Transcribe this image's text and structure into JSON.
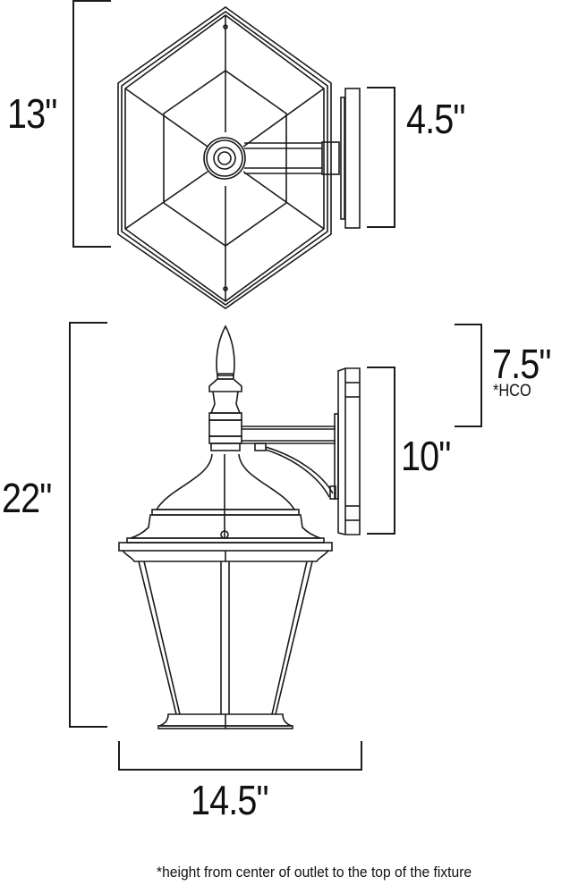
{
  "top_view": {
    "height_label": "13\"",
    "backplate_label": "4.5\""
  },
  "side_view": {
    "height_label": "22\"",
    "hco_label": "7.5\"",
    "hco_sub_label": "*HCO",
    "backplate_label": "10\"",
    "width_label": "14.5\""
  },
  "footnote": "*height from center of outlet to the top of the fixture",
  "colors": {
    "line": "#1a1a1a",
    "background": "#ffffff"
  }
}
